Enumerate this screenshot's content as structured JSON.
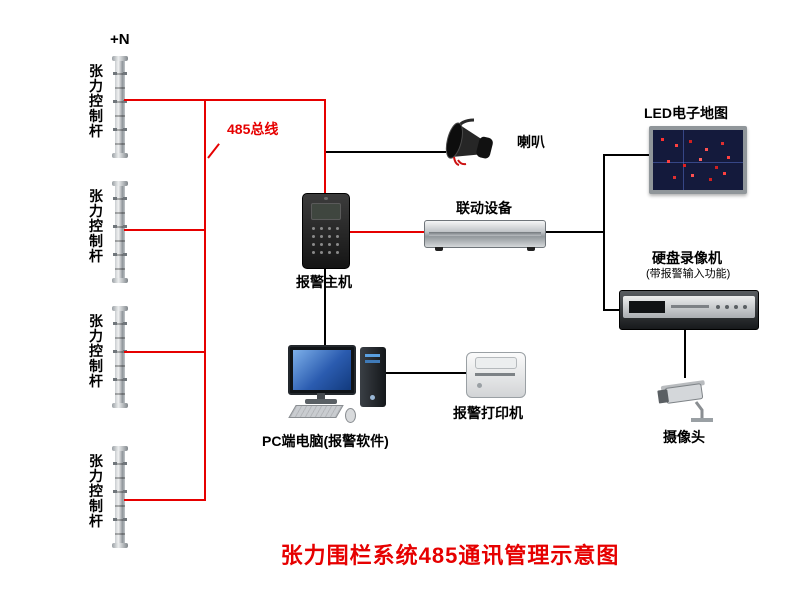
{
  "title": "张力围栏系统485通讯管理示意图",
  "annotations": {
    "n_label": "+N",
    "bus_label": "485总线"
  },
  "poles": [
    {
      "label": "张\n力\n控\n制\n杆"
    },
    {
      "label": "张\n力\n控\n制\n杆"
    },
    {
      "label": "张\n力\n控\n制\n杆"
    },
    {
      "label": "张\n力\n控\n制\n杆"
    }
  ],
  "devices": {
    "alarm_host": {
      "label": "报警主机"
    },
    "speaker": {
      "label": "喇叭"
    },
    "linkage": {
      "label": "联动设备"
    },
    "led_map": {
      "label": "LED电子地图"
    },
    "dvr": {
      "label": "硬盘录像机",
      "sublabel": "(带报警输入功能)"
    },
    "camera": {
      "label": "摄像头"
    },
    "pc": {
      "label": "PC端电脑(报警软件)"
    },
    "printer": {
      "label": "报警打印机"
    }
  },
  "colors": {
    "bus_red": "#e60000",
    "wire_black": "#000000",
    "title_red": "#e60000"
  }
}
